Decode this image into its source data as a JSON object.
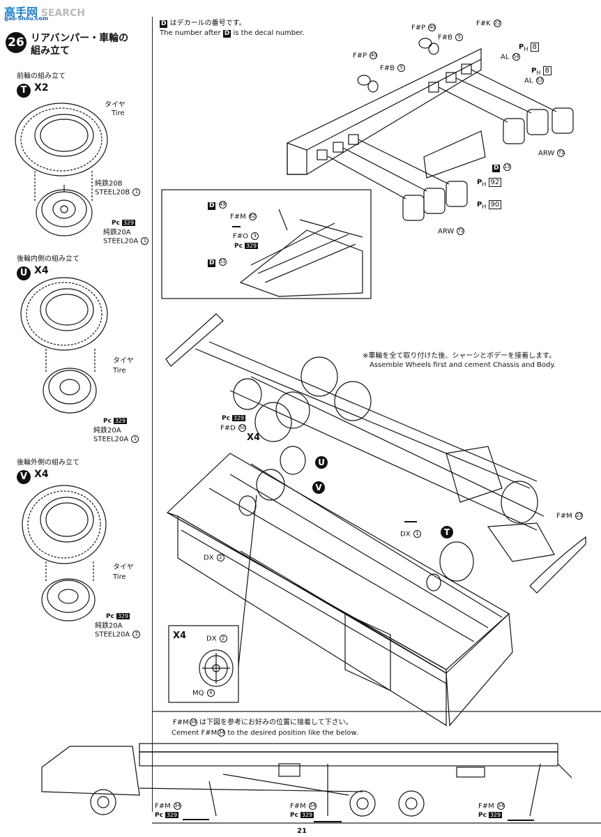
{
  "watermark": {
    "title": "SEARCH",
    "site": "gao-shou.com"
  },
  "step": {
    "number": "26",
    "title_line1": "リアバンパー・車輪の",
    "title_line2": "組み立て"
  },
  "decal_note": {
    "jp": "はデカールの番号です。",
    "en_prefix": "The number after",
    "en_suffix": "is the decal number.",
    "box_letter": "D"
  },
  "front_wheel": {
    "heading": "前輪の組み立て",
    "marker": "T",
    "qty": "X2",
    "tire_jp": "タイヤ",
    "tire_en": "Tire",
    "part1_jp": "純鉄20B",
    "part1_en": "STEEL20B",
    "part1_num": "1",
    "pc_label": "Pc",
    "pc_num": "329",
    "part2_jp": "純鉄20A",
    "part2_en": "STEEL20A",
    "part2_num": "1"
  },
  "rear_inner": {
    "heading": "後輪内側の組み立て",
    "marker": "U",
    "qty": "X4",
    "tire_jp": "タイヤ",
    "tire_en": "Tire",
    "pc_label": "Pc",
    "pc_num": "329",
    "part_jp": "純鉄20A",
    "part_en": "STEEL20A",
    "part_num": "1"
  },
  "rear_outer": {
    "heading": "後輪外側の組み立て",
    "marker": "V",
    "qty": "X4",
    "tire_jp": "タイヤ",
    "tire_en": "Tire",
    "pc_label": "Pc",
    "pc_num": "329",
    "part_jp": "純鉄20A",
    "part_en": "STEEL20A",
    "part_num": "2"
  },
  "bumper_labels": {
    "fp40a": "F#P",
    "fp40a_num": "40",
    "fb5a": "F#B",
    "fb5a_num": "5",
    "fk22": "F#K",
    "fk22_num": "22",
    "fp40b": "F#P",
    "fp40b_num": "40",
    "fb5b": "F#B",
    "fb5b_num": "5",
    "ph8a": "P",
    "ph8a_sub": "H",
    "ph8a_num": "8",
    "al54": "AL",
    "al54_num": "54",
    "ph8b": "P",
    "ph8b_sub": "H",
    "ph8b_num": "8",
    "al53": "AL",
    "al53_num": "53",
    "arw72a": "ARW",
    "arw72a_num": "72",
    "d13": "D",
    "d13_num": "13",
    "ph92": "P",
    "ph92_sub": "H",
    "ph92_num": "92",
    "ph90": "P",
    "ph90_sub": "H",
    "ph90_num": "90",
    "arw72b": "ARW",
    "arw72b_num": "72"
  },
  "inset_labels": {
    "d49": "D",
    "d49_num": "49",
    "fm62": "F#M",
    "fm62_num": "62",
    "fo3": "F#O",
    "fo3_num": "3",
    "pc": "Pc",
    "pc_num": "329",
    "d51": "D",
    "d51_num": "51"
  },
  "assembly_note": {
    "jp": "※車輪を全て取り付けた後、シャーシとボデーを接着します。",
    "en": "Assemble Wheels first and cement Chassis and Body."
  },
  "main_labels": {
    "pc": "Pc",
    "pc_num": "329",
    "fd50": "F#D",
    "fd50_num": "50",
    "x4": "X4",
    "u": "U",
    "v": "V",
    "t": "T",
    "dx1": "DX",
    "dx1_num": "1",
    "dx2": "DX",
    "dx2_num": "2",
    "fm23": "F#M",
    "fm23_num": "23"
  },
  "detail": {
    "qty": "X4",
    "dx2": "DX",
    "dx2_num": "2",
    "mq4": "MQ",
    "mq4_num": "4"
  },
  "side_note": {
    "jp_prefix": "F#M",
    "jp_num": "34",
    "jp": "は下図を参考にお好みの位置に接着して下さい。",
    "en_prefix": "Cement F#M",
    "en_num": "34",
    "en": "to the desired position like the below."
  },
  "side_labels": [
    {
      "fm": "F#M",
      "num": "34",
      "pc": "Pc",
      "pc_num": "329"
    },
    {
      "fm": "F#M",
      "num": "34",
      "pc": "Pc",
      "pc_num": "329"
    },
    {
      "fm": "F#M",
      "num": "34",
      "pc": "Pc",
      "pc_num": "329"
    }
  ],
  "page_number": "21"
}
